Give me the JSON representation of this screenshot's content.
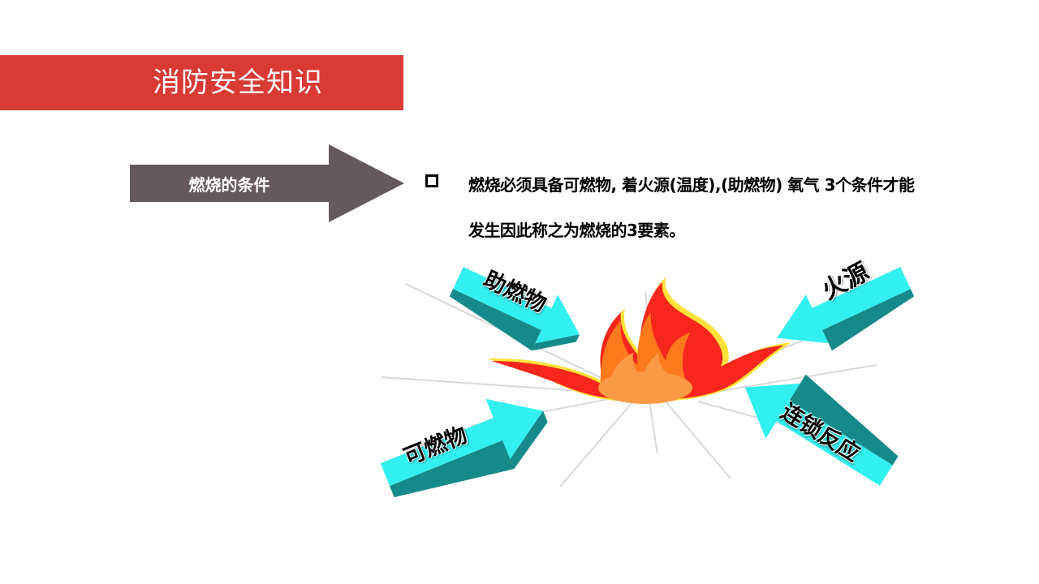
{
  "header": {
    "title": "消防安全知识",
    "bar_color": "#d93a34"
  },
  "section": {
    "label": "燃烧的条件",
    "arrow_color": "#645a5d"
  },
  "content": {
    "bullet_icon": "hollow-square-bullet",
    "line1": "燃烧必须具备可燃物, 着火源(温度),(助燃物) 氧气 3个条件才能",
    "line2": "发生因此称之为燃烧的3要素。"
  },
  "diagram": {
    "center_icon": "flame-icon",
    "arrow_color": "#33f0f0",
    "arrow_shadow_color": "#168a8a",
    "arrows": [
      {
        "position": "top-left",
        "label": "助燃物"
      },
      {
        "position": "top-right",
        "label": "火源"
      },
      {
        "position": "bottom-left",
        "label": "可燃物"
      },
      {
        "position": "bottom-right",
        "label": "连锁反应"
      }
    ]
  }
}
